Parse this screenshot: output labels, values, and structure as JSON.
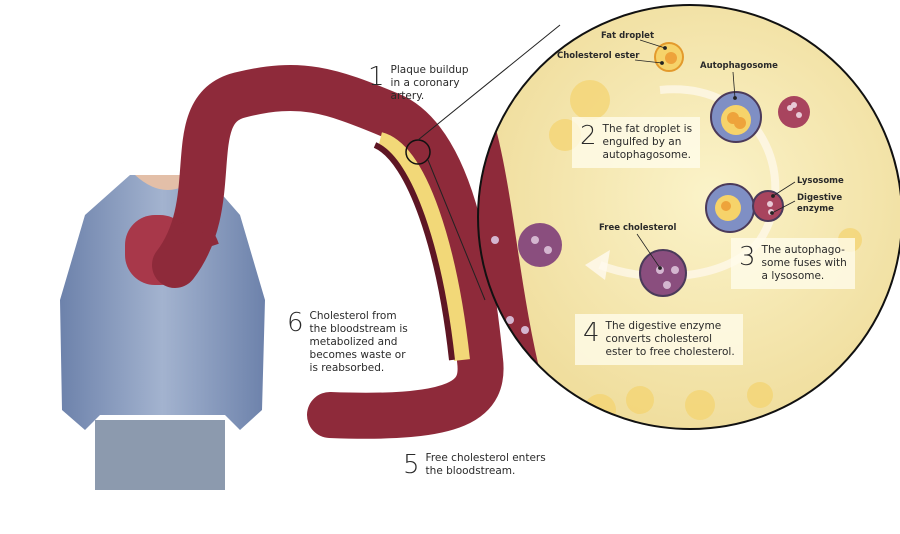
{
  "steps": [
    {
      "number": "1",
      "text": "Plaque buildup\nin a coronary\nartery."
    },
    {
      "number": "2",
      "text": "The fat droplet is\nengulfed by an\nautophagosome."
    },
    {
      "number": "3",
      "text": "The autophago-\nsome fuses with\na lysosome."
    },
    {
      "number": "4",
      "text": "The digestive enzyme\nconverts cholesterol\nester to free cholesterol."
    },
    {
      "number": "5",
      "text": "Free cholesterol enters\nthe bloodstream."
    },
    {
      "number": "6",
      "text": "Cholesterol from\nthe bloodstream is\nmetabolized and\nbecomes waste or\nis reabsorbed."
    }
  ],
  "labels": {
    "fat_droplet": "Fat droplet",
    "cholesterol_ester": "Cholesterol ester",
    "autophagosome": "Autophagosome",
    "lysosome": "Lysosome",
    "digestive_enzyme": "Digestive\nenzyme",
    "free_cholesterol": "Free cholesterol"
  },
  "colors": {
    "artery": "#8e2a3a",
    "plaque": "#f2d878",
    "cell_background": "#f6ebb5",
    "autophagosome": "#7f8fc4",
    "lysosome": "#a8445e",
    "free_cholesterol": "#8a4e7e",
    "sweater": "#7f93b8"
  }
}
